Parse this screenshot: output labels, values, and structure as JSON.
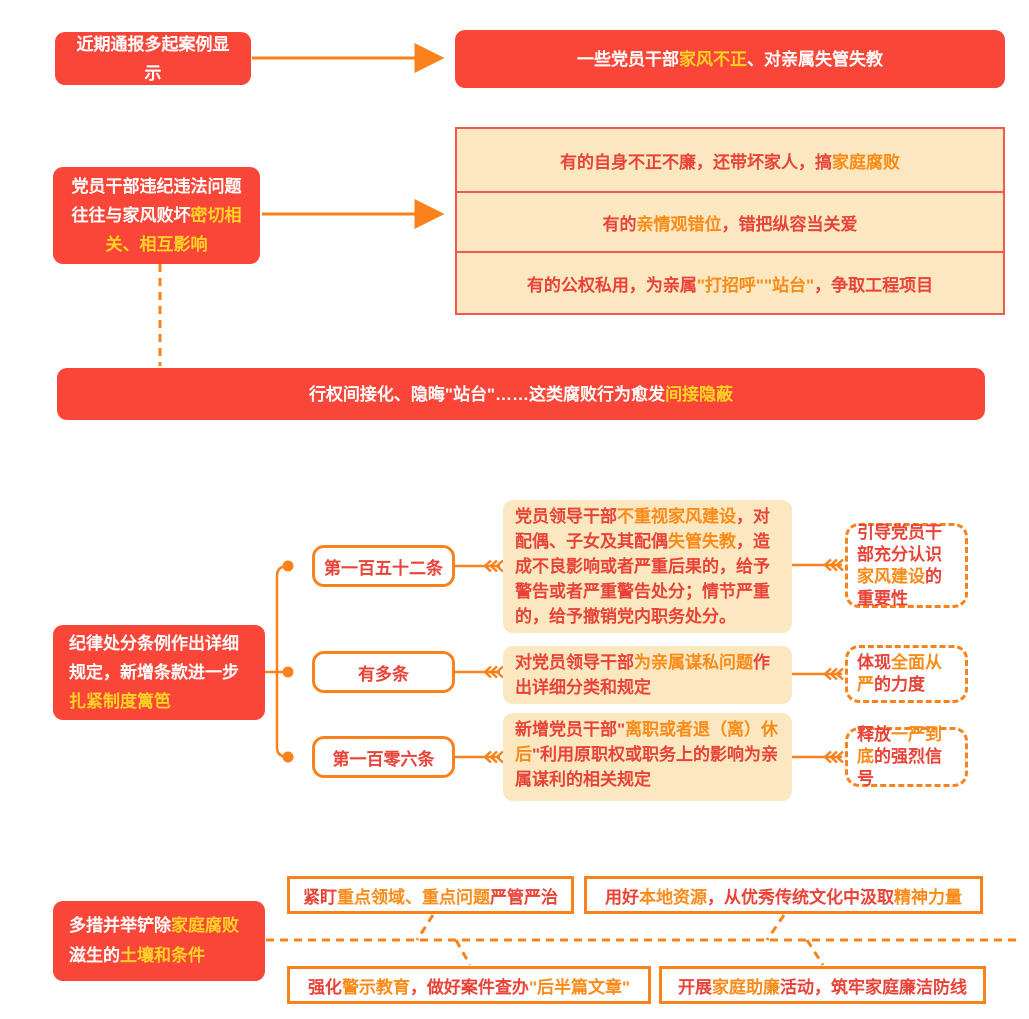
{
  "colors": {
    "red_box": "#f94638",
    "yellow": "#ffd226",
    "connector": "#f9821c",
    "orange_text": "#fa8b18",
    "deep_red": "#e94338",
    "cream": "#fbe7c0",
    "border_red": "#f0594d"
  },
  "section1": {
    "left_box": [
      {
        "t": "近期通报多起案例显示",
        "c": "white"
      }
    ],
    "right_box": [
      {
        "t": "一些党员干部",
        "c": "white"
      },
      {
        "t": "家风不正",
        "c": "yellow"
      },
      {
        "t": "、对亲属失管失教",
        "c": "white"
      }
    ]
  },
  "section2": {
    "left_box": [
      {
        "t": "党员干部违纪违法问题往往与家风败坏",
        "c": "white"
      },
      {
        "t": "密切相关、相互影响",
        "c": "yellow"
      }
    ],
    "rows": [
      [
        {
          "t": "有的自身不正不廉，还带坏家人，搞",
          "c": "red"
        },
        {
          "t": "家庭腐败",
          "c": "orange"
        }
      ],
      [
        {
          "t": "有的",
          "c": "red"
        },
        {
          "t": "亲情观错位",
          "c": "orange"
        },
        {
          "t": "，错把纵容当关爱",
          "c": "red"
        }
      ],
      [
        {
          "t": "有的公权私用，为亲属",
          "c": "red"
        },
        {
          "t": "\"打招呼\"\"站台\"",
          "c": "orange"
        },
        {
          "t": "，争取工程项目",
          "c": "red"
        }
      ]
    ],
    "banner": [
      {
        "t": "行权间接化、隐晦\"站台\"……这类腐败行为愈发",
        "c": "white"
      },
      {
        "t": "间接隐蔽",
        "c": "yellow"
      }
    ]
  },
  "section3": {
    "left_box": [
      {
        "t": "纪律处分条例作出详细规定，新增条款进一步",
        "c": "white"
      },
      {
        "t": "扎紧制度篱笆",
        "c": "yellow"
      }
    ],
    "branches": [
      {
        "label": [
          {
            "t": "第一百五十二条",
            "c": "red"
          }
        ],
        "detail": [
          {
            "t": "党员领导干部",
            "c": "red"
          },
          {
            "t": "不重视家风建设",
            "c": "orange"
          },
          {
            "t": "，对配偶、子女及其配偶",
            "c": "red"
          },
          {
            "t": "失管失教",
            "c": "orange"
          },
          {
            "t": "，造成不良影响或者严重后果的，给予警告或者严重警告处分；情节严重的，给予撤销党内职务处分。",
            "c": "red"
          }
        ],
        "note": [
          {
            "t": "引导党员干部充分认识",
            "c": "red"
          },
          {
            "t": "家风建设",
            "c": "orange"
          },
          {
            "t": "的重要性",
            "c": "red"
          }
        ]
      },
      {
        "label": [
          {
            "t": "有多条",
            "c": "red"
          }
        ],
        "detail": [
          {
            "t": "对党员领导干部",
            "c": "red"
          },
          {
            "t": "为亲属谋私问题",
            "c": "orange"
          },
          {
            "t": "作出详细分类和规定",
            "c": "red"
          }
        ],
        "note": [
          {
            "t": "体现",
            "c": "red"
          },
          {
            "t": "全面从严",
            "c": "orange"
          },
          {
            "t": "的力度",
            "c": "red"
          }
        ]
      },
      {
        "label": [
          {
            "t": "第一百零六条",
            "c": "red"
          }
        ],
        "detail": [
          {
            "t": "新增党员干部\"",
            "c": "red"
          },
          {
            "t": "离职或者退（离）休后",
            "c": "orange"
          },
          {
            "t": "\"利用原职权或职务上的影响为亲属谋利的相关规定",
            "c": "red"
          }
        ],
        "note": [
          {
            "t": "释放",
            "c": "red"
          },
          {
            "t": "一严到底",
            "c": "orange"
          },
          {
            "t": "的强烈信号",
            "c": "red"
          }
        ]
      }
    ]
  },
  "section4": {
    "left_box": [
      {
        "t": "多措并举铲除",
        "c": "white"
      },
      {
        "t": "家庭腐败",
        "c": "yellow"
      },
      {
        "t": "滋生的",
        "c": "white"
      },
      {
        "t": "土壤和条件",
        "c": "yellow"
      }
    ],
    "boxes": [
      [
        {
          "t": "紧盯",
          "c": "red"
        },
        {
          "t": "重点领域、重点问题",
          "c": "orange"
        },
        {
          "t": "严管严治",
          "c": "red"
        }
      ],
      [
        {
          "t": "用好",
          "c": "red"
        },
        {
          "t": "本地资源",
          "c": "orange"
        },
        {
          "t": "，从优秀传统文化中汲取",
          "c": "red"
        },
        {
          "t": "精神力量",
          "c": "orange"
        }
      ],
      [
        {
          "t": "强化",
          "c": "red"
        },
        {
          "t": "警示教育",
          "c": "orange"
        },
        {
          "t": "，做好案件查办",
          "c": "red"
        },
        {
          "t": "\"后半篇文章\"",
          "c": "orange"
        }
      ],
      [
        {
          "t": "开展",
          "c": "red"
        },
        {
          "t": "家庭助廉",
          "c": "orange"
        },
        {
          "t": "活动，筑牢家庭廉洁防线",
          "c": "red"
        }
      ]
    ]
  }
}
